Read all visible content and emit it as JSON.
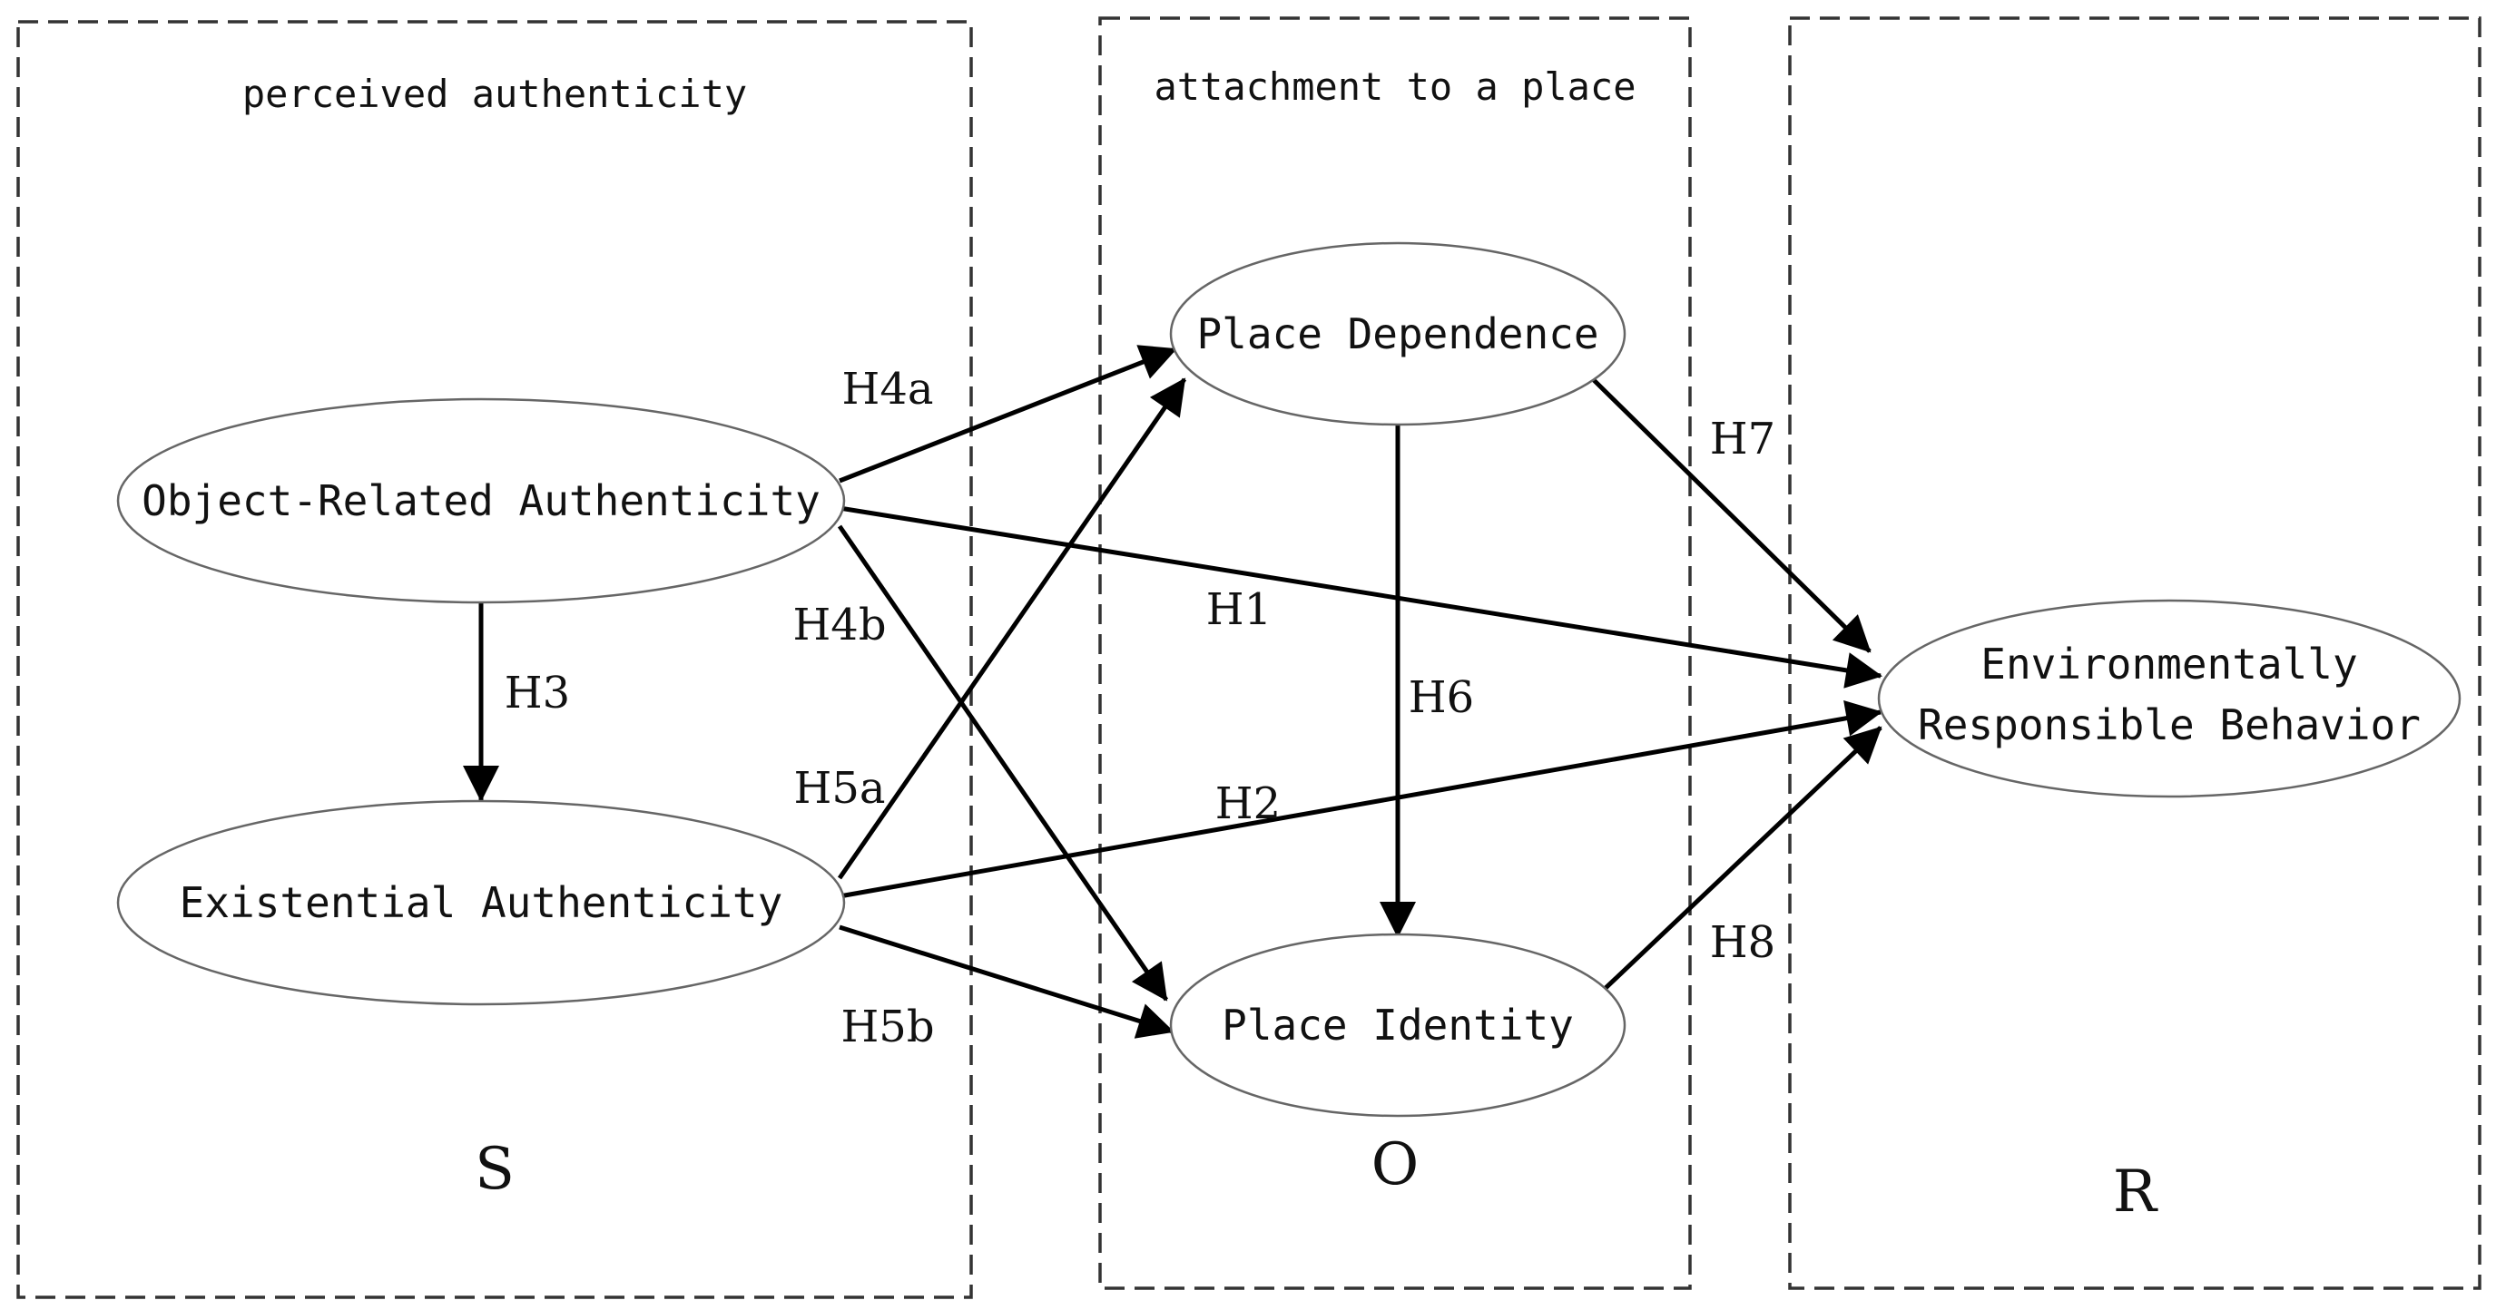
{
  "groups": {
    "stimulus": {
      "title": "perceived authenticity",
      "letter": "S"
    },
    "organism": {
      "title": "attachment to a place",
      "letter": "O"
    },
    "response": {
      "title": "",
      "letter": "R"
    }
  },
  "nodes": {
    "object_related": "Object-Related Authenticity",
    "existential": "Existential Authenticity",
    "place_dependence": "Place Dependence",
    "place_identity": "Place Identity",
    "erb_line1": "Environmentally",
    "erb_line2": "Responsible Behavior"
  },
  "hypotheses": {
    "h1": "H1",
    "h2": "H2",
    "h3": "H3",
    "h4a": "H4a",
    "h4b": "H4b",
    "h5a": "H5a",
    "h5b": "H5b",
    "h6": "H6",
    "h7": "H7",
    "h8": "H8"
  },
  "edges": [
    {
      "from": "object_related",
      "to": "environmentally_responsible_behavior",
      "label": "H1"
    },
    {
      "from": "existential",
      "to": "environmentally_responsible_behavior",
      "label": "H2"
    },
    {
      "from": "object_related",
      "to": "existential",
      "label": "H3"
    },
    {
      "from": "object_related",
      "to": "place_dependence",
      "label": "H4a"
    },
    {
      "from": "object_related",
      "to": "place_identity",
      "label": "H4b"
    },
    {
      "from": "existential",
      "to": "place_dependence",
      "label": "H5a"
    },
    {
      "from": "existential",
      "to": "place_identity",
      "label": "H5b"
    },
    {
      "from": "place_dependence",
      "to": "place_identity",
      "label": "H6"
    },
    {
      "from": "place_dependence",
      "to": "environmentally_responsible_behavior",
      "label": "H7"
    },
    {
      "from": "place_identity",
      "to": "environmentally_responsible_behavior",
      "label": "H8"
    }
  ]
}
